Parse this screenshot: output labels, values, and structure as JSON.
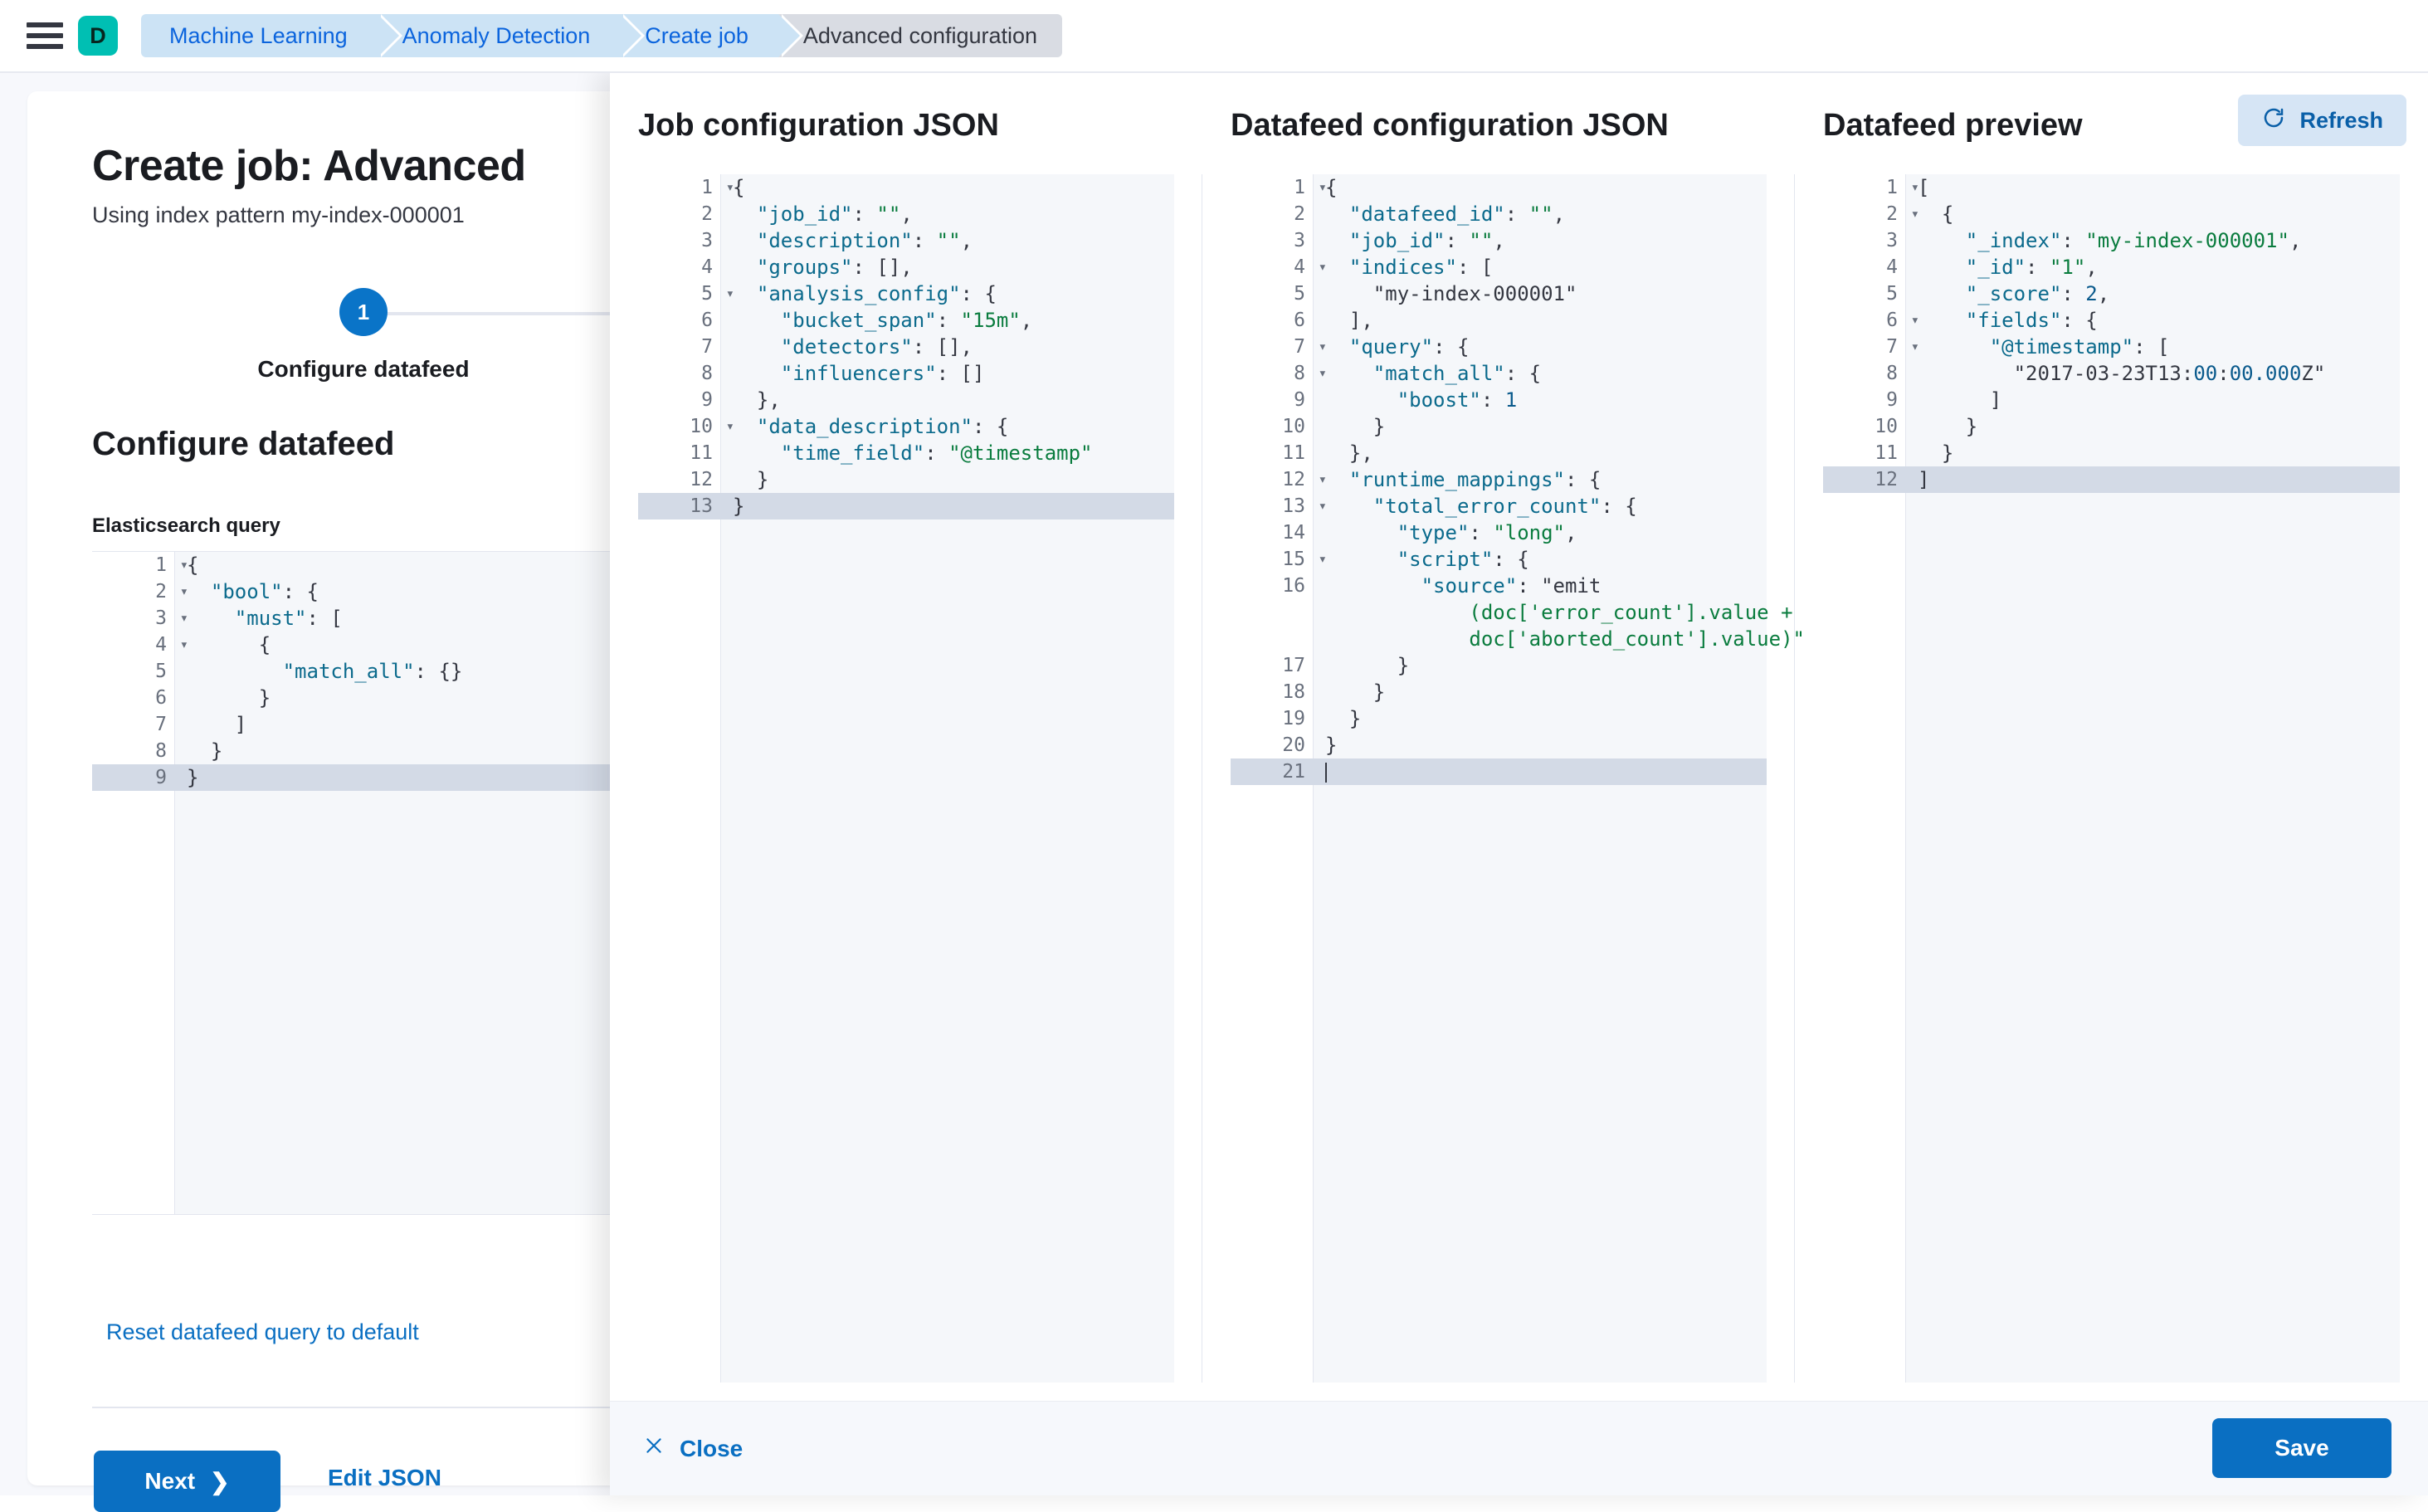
{
  "topnav": {
    "menu_icon": "hamburger-menu-icon",
    "logo_letter": "D",
    "breadcrumbs": [
      {
        "label": "Machine Learning",
        "current": false
      },
      {
        "label": "Anomaly Detection",
        "current": false
      },
      {
        "label": "Create job",
        "current": false
      },
      {
        "label": "Advanced configuration",
        "current": true
      }
    ]
  },
  "wizard": {
    "title": "Create job: Advanced",
    "subtitle": "Using index pattern my-index-000001",
    "step_number": "1",
    "step_label": "Configure datafeed",
    "section_title": "Configure datafeed",
    "query_label": "Elasticsearch query",
    "reset_link": "Reset datafeed query to default",
    "next_label": "Next",
    "next_icon": "chevron-right-icon",
    "edit_json_label": "Edit JSON",
    "es_query_lines": [
      {
        "n": "1",
        "fold": true,
        "text": "{"
      },
      {
        "n": "2",
        "fold": true,
        "text": "  \"bool\": {"
      },
      {
        "n": "3",
        "fold": true,
        "text": "    \"must\": ["
      },
      {
        "n": "4",
        "fold": true,
        "text": "      {"
      },
      {
        "n": "5",
        "fold": false,
        "text": "        \"match_all\": {}"
      },
      {
        "n": "6",
        "fold": false,
        "text": "      }"
      },
      {
        "n": "7",
        "fold": false,
        "text": "    ]"
      },
      {
        "n": "8",
        "fold": false,
        "text": "  }"
      },
      {
        "n": "9",
        "fold": false,
        "text": "}",
        "active": true
      }
    ]
  },
  "flyout": {
    "job_config": {
      "title": "Job configuration JSON",
      "lines": [
        {
          "n": "1",
          "fold": true,
          "text": "{"
        },
        {
          "n": "2",
          "fold": false,
          "text": "  \"job_id\": \"\","
        },
        {
          "n": "3",
          "fold": false,
          "text": "  \"description\": \"\","
        },
        {
          "n": "4",
          "fold": false,
          "text": "  \"groups\": [],"
        },
        {
          "n": "5",
          "fold": true,
          "text": "  \"analysis_config\": {"
        },
        {
          "n": "6",
          "fold": false,
          "text": "    \"bucket_span\": \"15m\","
        },
        {
          "n": "7",
          "fold": false,
          "text": "    \"detectors\": [],"
        },
        {
          "n": "8",
          "fold": false,
          "text": "    \"influencers\": []"
        },
        {
          "n": "9",
          "fold": false,
          "text": "  },"
        },
        {
          "n": "10",
          "fold": true,
          "text": "  \"data_description\": {"
        },
        {
          "n": "11",
          "fold": false,
          "text": "    \"time_field\": \"@timestamp\""
        },
        {
          "n": "12",
          "fold": false,
          "text": "  }"
        },
        {
          "n": "13",
          "fold": false,
          "text": "}",
          "active": true
        }
      ]
    },
    "datafeed_config": {
      "title": "Datafeed configuration JSON",
      "lines": [
        {
          "n": "1",
          "fold": true,
          "text": "{"
        },
        {
          "n": "2",
          "fold": false,
          "text": "  \"datafeed_id\": \"\","
        },
        {
          "n": "3",
          "fold": false,
          "text": "  \"job_id\": \"\","
        },
        {
          "n": "4",
          "fold": true,
          "text": "  \"indices\": ["
        },
        {
          "n": "5",
          "fold": false,
          "text": "    \"my-index-000001\""
        },
        {
          "n": "6",
          "fold": false,
          "text": "  ],"
        },
        {
          "n": "7",
          "fold": true,
          "text": "  \"query\": {"
        },
        {
          "n": "8",
          "fold": true,
          "text": "    \"match_all\": {"
        },
        {
          "n": "9",
          "fold": false,
          "text": "      \"boost\": 1"
        },
        {
          "n": "10",
          "fold": false,
          "text": "    }"
        },
        {
          "n": "11",
          "fold": false,
          "text": "  },"
        },
        {
          "n": "12",
          "fold": true,
          "text": "  \"runtime_mappings\": {"
        },
        {
          "n": "13",
          "fold": true,
          "text": "    \"total_error_count\": {"
        },
        {
          "n": "14",
          "fold": false,
          "text": "      \"type\": \"long\","
        },
        {
          "n": "15",
          "fold": true,
          "text": "      \"script\": {"
        },
        {
          "n": "16",
          "fold": false,
          "text": "        \"source\": \"emit",
          "wrap": [
            "(doc['error_count'].value +",
            "doc['aborted_count'].value)\""
          ]
        },
        {
          "n": "17",
          "fold": false,
          "text": "      }"
        },
        {
          "n": "18",
          "fold": false,
          "text": "    }"
        },
        {
          "n": "19",
          "fold": false,
          "text": "  }"
        },
        {
          "n": "20",
          "fold": false,
          "text": "}"
        },
        {
          "n": "21",
          "fold": false,
          "text": "",
          "active": true,
          "caret": true
        }
      ]
    },
    "datafeed_preview": {
      "title": "Datafeed preview",
      "refresh_label": "Refresh",
      "refresh_icon": "refresh-icon",
      "lines": [
        {
          "n": "1",
          "fold": true,
          "text": "["
        },
        {
          "n": "2",
          "fold": true,
          "text": "  {"
        },
        {
          "n": "3",
          "fold": false,
          "text": "    \"_index\": \"my-index-000001\","
        },
        {
          "n": "4",
          "fold": false,
          "text": "    \"_id\": \"1\","
        },
        {
          "n": "5",
          "fold": false,
          "text": "    \"_score\": 2,"
        },
        {
          "n": "6",
          "fold": true,
          "text": "    \"fields\": {"
        },
        {
          "n": "7",
          "fold": true,
          "text": "      \"@timestamp\": ["
        },
        {
          "n": "8",
          "fold": false,
          "text": "        \"2017-03-23T13:00:00.000Z\""
        },
        {
          "n": "9",
          "fold": false,
          "text": "      ]"
        },
        {
          "n": "10",
          "fold": false,
          "text": "    }"
        },
        {
          "n": "11",
          "fold": false,
          "text": "  }"
        },
        {
          "n": "12",
          "fold": false,
          "text": "]",
          "active": true
        }
      ]
    },
    "footer": {
      "close_label": "Close",
      "close_icon": "close-x-icon",
      "save_label": "Save"
    }
  },
  "colors": {
    "primary": "#0a6fc2",
    "brand_teal": "#00bfb3",
    "link": "#0b64dd",
    "string": "#0a7c3e",
    "key": "#0b6a8c"
  }
}
